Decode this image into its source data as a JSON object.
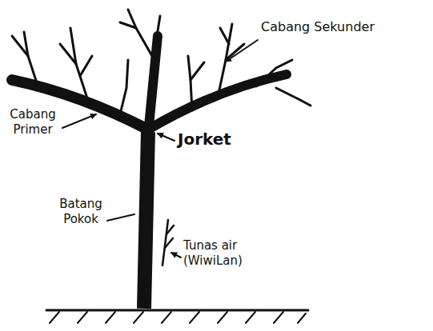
{
  "diagram": {
    "labels": [
      "Cabang Sekunder",
      "Cabang Primer",
      "Jorket",
      "Batang Pokok",
      "Tunas air (WiwiLan)"
    ]
  }
}
